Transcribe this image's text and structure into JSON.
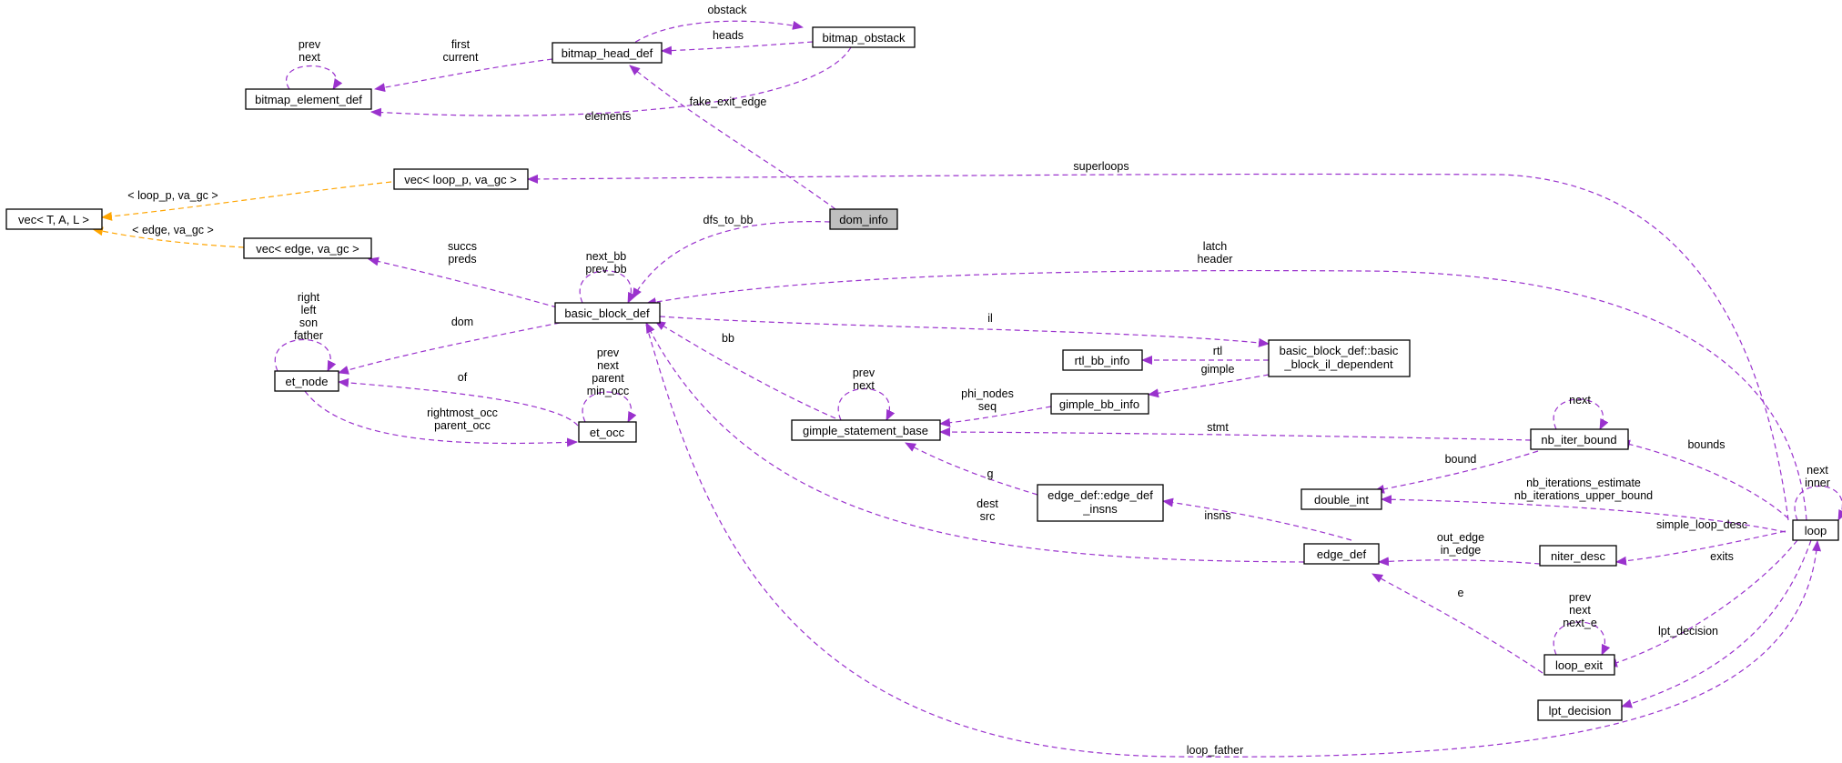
{
  "colors": {
    "member_edge": "#9a32cd",
    "template_edge": "#ffa500",
    "highlight_fill": "#bfbfbf"
  },
  "nodes": {
    "bitmap_head_def": "bitmap_head_def",
    "bitmap_obstack": "bitmap_obstack",
    "bitmap_element_def": "bitmap_element_def",
    "vec_loop": "vec< loop_p, va_gc >",
    "vec_tal": "vec< T, A, L >",
    "dom_info": "dom_info",
    "vec_edge": "vec< edge, va_gc >",
    "basic_block_def": "basic_block_def",
    "et_node": "et_node",
    "et_occ": "et_occ",
    "gimple_statement_base": "gimple_statement_base",
    "rtl_bb_info": "rtl_bb_info",
    "basic_il_l1": "basic_block_def::basic",
    "basic_il_l2": "_block_il_dependent",
    "gimple_bb_info": "gimple_bb_info",
    "nb_iter_bound": "nb_iter_bound",
    "double_int": "double_int",
    "edge_insns_l1": "edge_def::edge_def",
    "edge_insns_l2": "_insns",
    "edge_def": "edge_def",
    "niter_desc": "niter_desc",
    "loop": "loop",
    "loop_exit": "loop_exit",
    "lpt_decision": "lpt_decision"
  },
  "edge_labels": {
    "obstack": "obstack",
    "heads": "heads",
    "first": "first",
    "current": "current",
    "prev": "prev",
    "next": "next",
    "elements": "elements",
    "fake_exit_edge": "fake_exit_edge",
    "superloops": "superloops",
    "loop_p_va_gc": "< loop_p, va_gc >",
    "edge_va_gc": "< edge, va_gc >",
    "dfs_to_bb": "dfs_to_bb",
    "succs": "succs",
    "preds": "preds",
    "next_bb": "next_bb",
    "prev_bb": "prev_bb",
    "latch": "latch",
    "header": "header",
    "right": "right",
    "left": "left",
    "son": "son",
    "father": "father",
    "dom": "dom",
    "il": "il",
    "bb": "bb",
    "rtl": "rtl",
    "gimple": "gimple",
    "parent": "parent",
    "min_occ": "min_occ",
    "of": "of",
    "rightmost_occ": "rightmost_occ",
    "parent_occ": "parent_occ",
    "phi_nodes": "phi_nodes",
    "seq": "seq",
    "stmt": "stmt",
    "bound": "bound",
    "bounds": "bounds",
    "inner": "inner",
    "g": "g",
    "dest": "dest",
    "src": "src",
    "insns": "insns",
    "nb_iterations_estimate": "nb_iterations_estimate",
    "nb_iterations_upper_bound": "nb_iterations_upper_bound",
    "simple_loop_desc": "simple_loop_desc",
    "out_edge": "out_edge",
    "in_edge": "in_edge",
    "exits": "exits",
    "e": "e",
    "next_e": "next_e",
    "lpt_decision": "lpt_decision",
    "loop_father": "loop_father"
  }
}
